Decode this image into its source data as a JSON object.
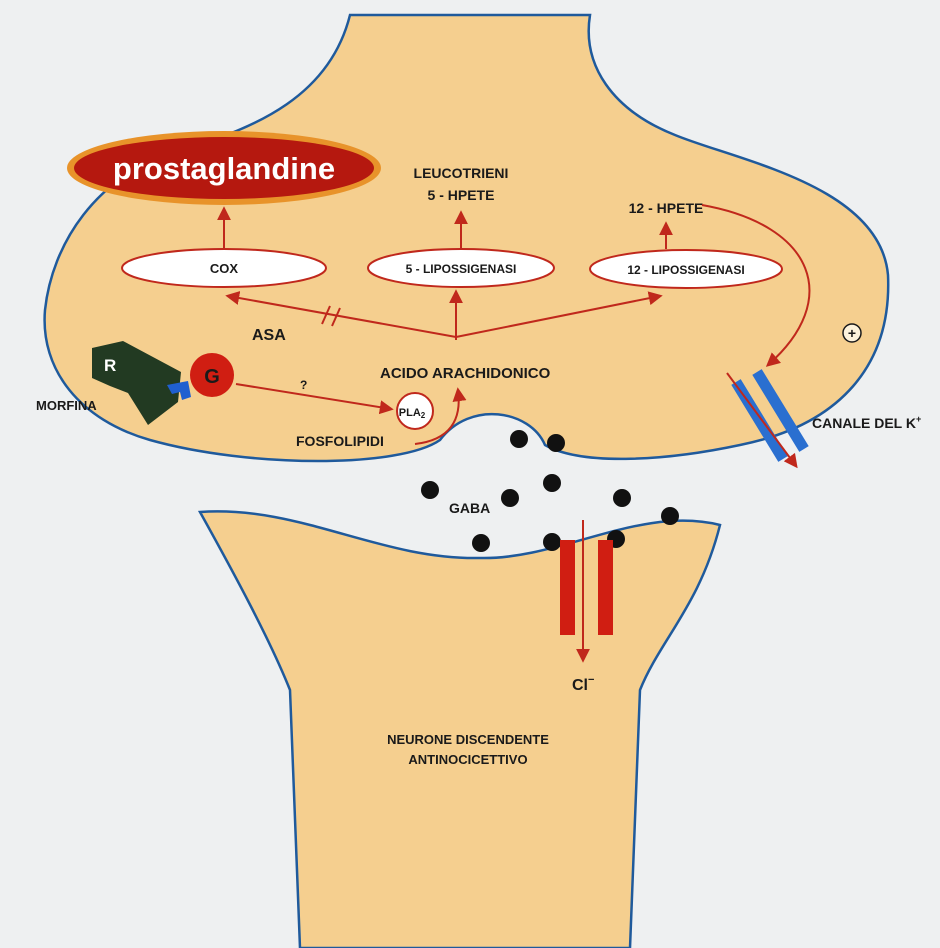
{
  "diagram": {
    "prostaglandine": "prostaglandine",
    "leucotrieni": "LEUCOTRIENI",
    "hpete5": "5 - HPETE",
    "hpete12": "12 - HPETE",
    "cox": "COX",
    "lipo5": "5 - LIPOSSIGENASI",
    "lipo12": "12 - LIPOSSIGENASI",
    "asa": "ASA",
    "acido": "ACIDO ARACHIDONICO",
    "fosfolipidi": "FOSFOLIPIDI",
    "pla2": "PLA",
    "pla2_sub": "2",
    "question": "?",
    "receptor": "R",
    "gprotein": "G",
    "morfina": "MORFINA",
    "plus": "+",
    "canale_k": "CANALE DEL K",
    "canale_k_sup": "+",
    "gaba": "GABA",
    "cl": "Cl",
    "cl_sup": "−",
    "neurone_line1": "NEURONE DISCENDENTE",
    "neurone_line2": "ANTINOCICETTIVO"
  },
  "colors": {
    "cell_fill": "#f5cf8f",
    "cell_stroke": "#1f5a9c",
    "arrow": "#c0281c",
    "pill_fill": "#b5180f",
    "pill_ring": "#e8932a",
    "channel_blue": "#2a6fd0",
    "channel_red": "#d01e12",
    "receptor": "#223a22",
    "background": "#eef0f1"
  }
}
